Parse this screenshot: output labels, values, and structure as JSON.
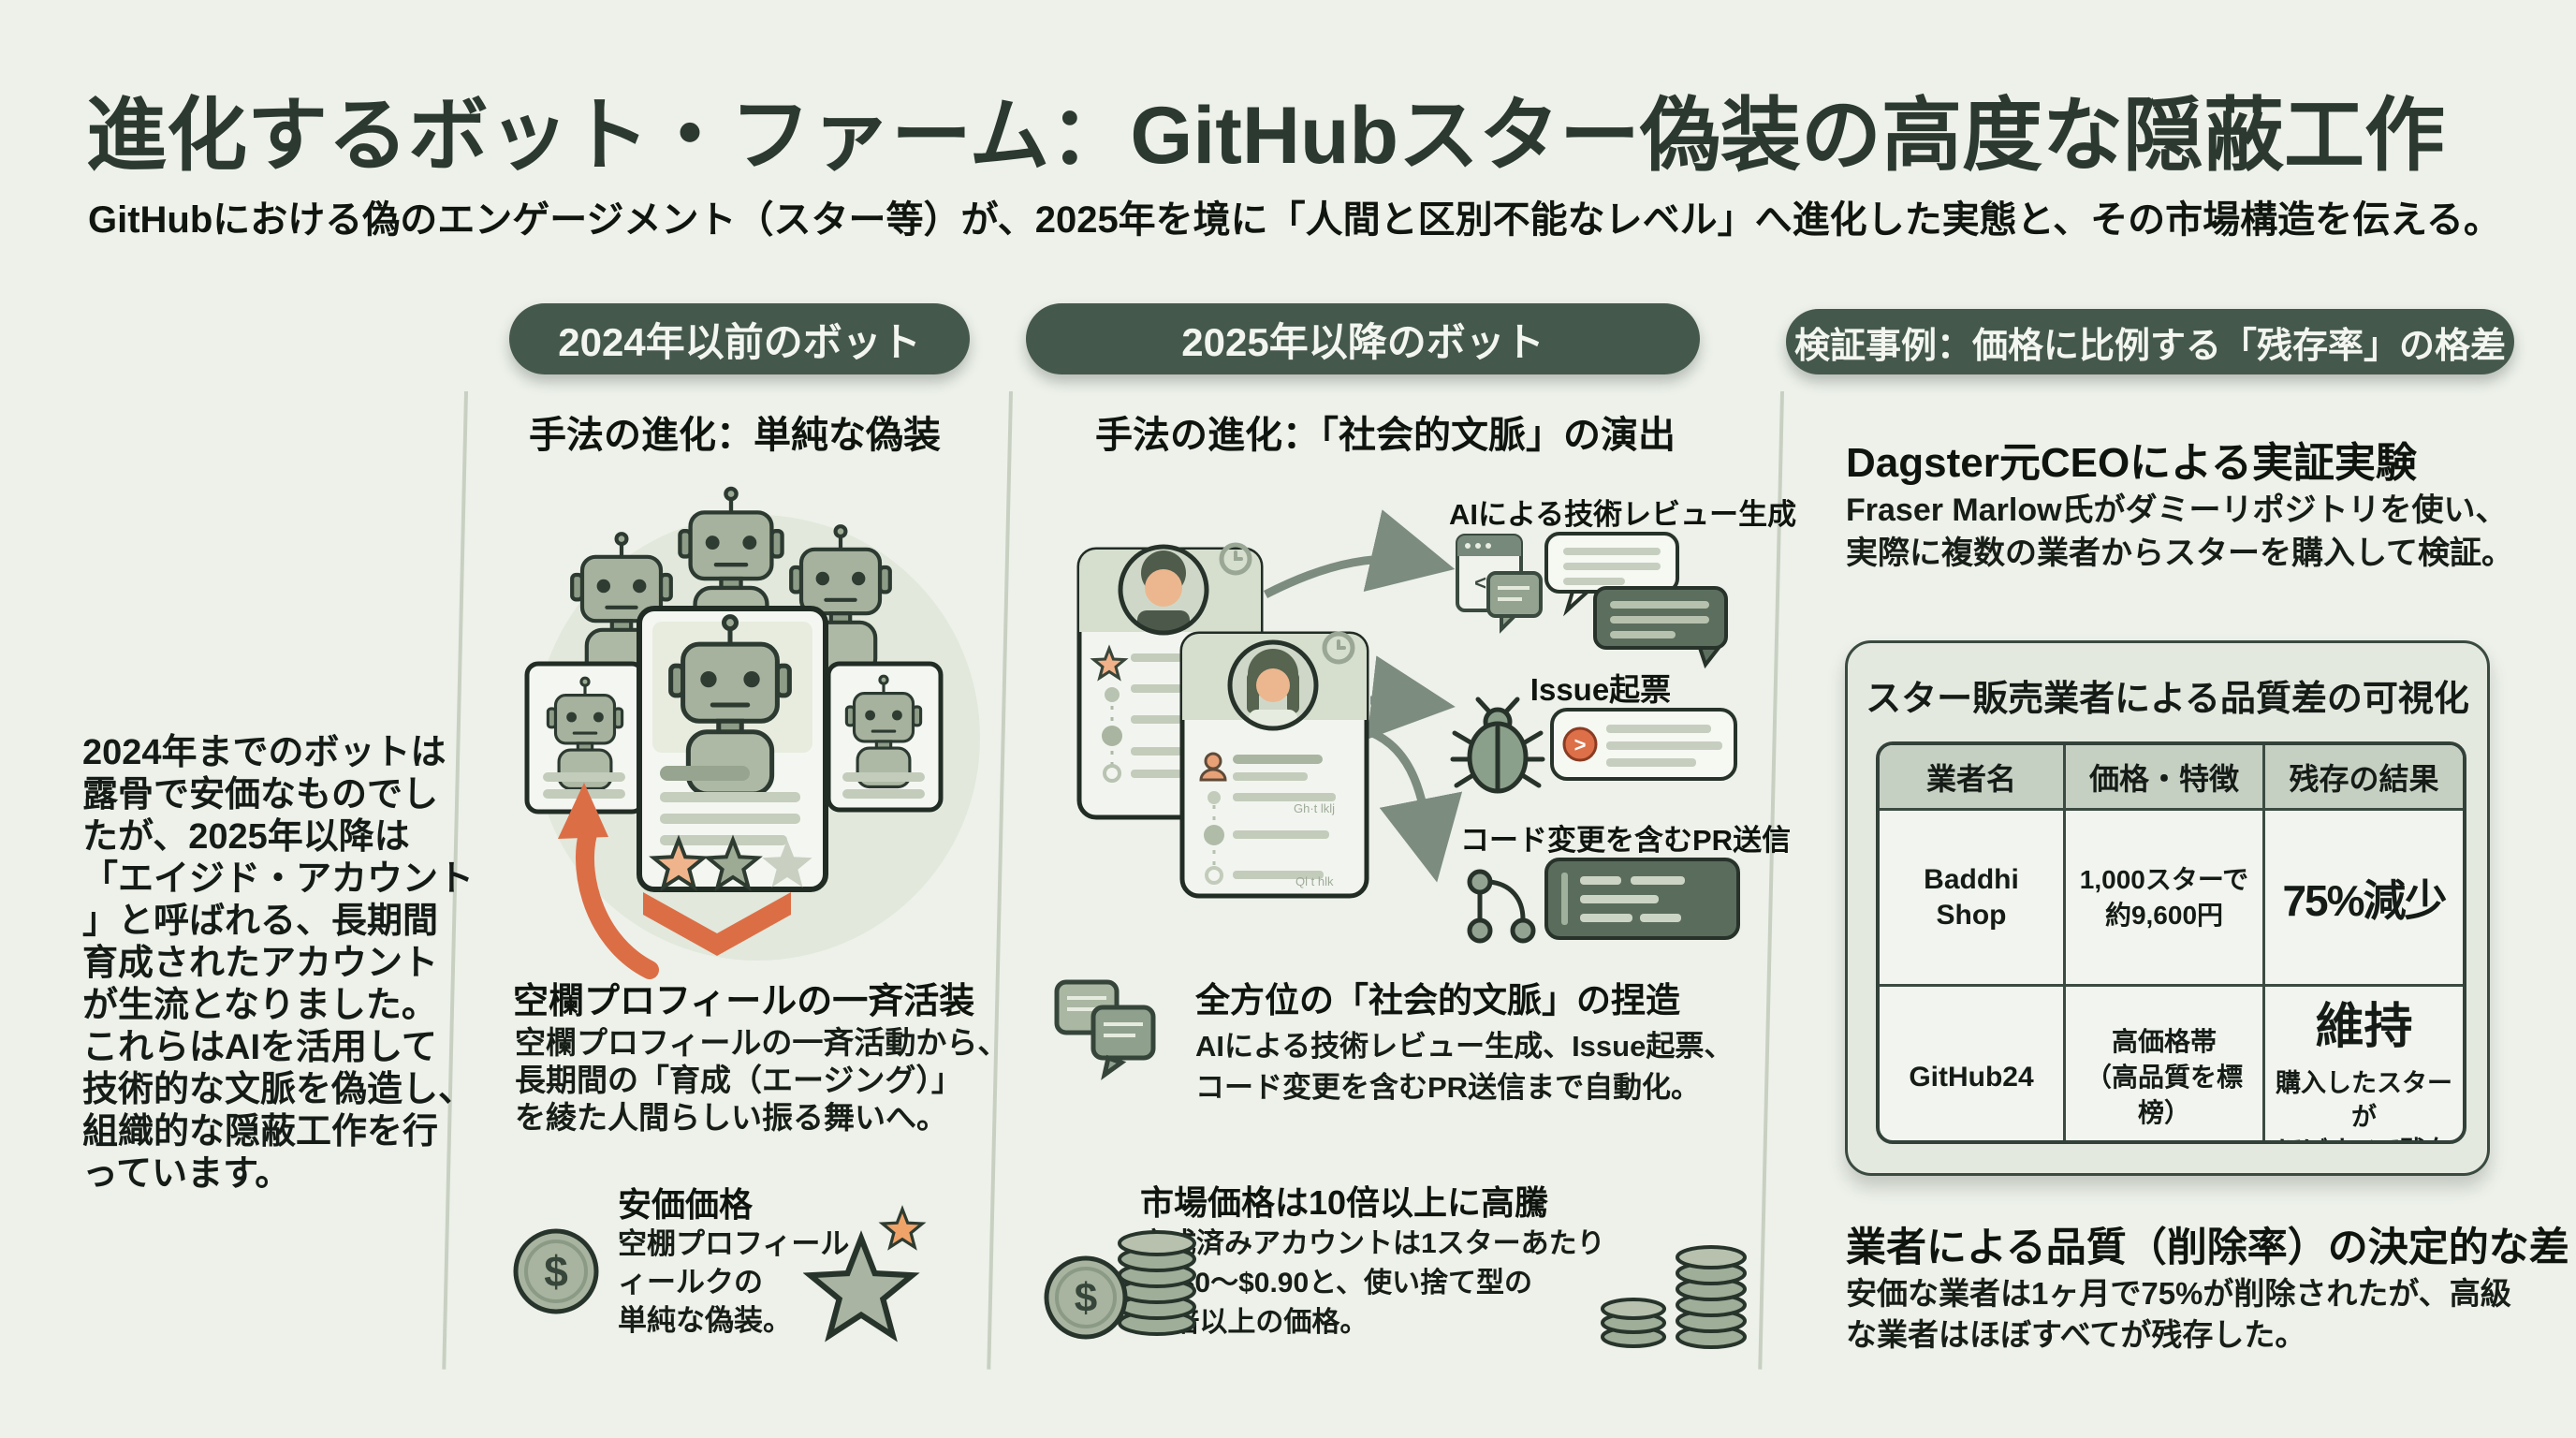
{
  "page": {
    "background": "#edf1ea",
    "accent_orange": "#dc6e46",
    "pill_bg": "#45584c",
    "sage": "#9dab95",
    "ink": "#151b16"
  },
  "header": {
    "title": "進化するボット・ファーム：GitHubスター偽装の高度な隠蔽工作",
    "subtitle": "GitHubにおける偽のエンゲージメント（スター等）が、2025年を境に「人間と区別不能なレベル」へ進化した実態と、その市場構造を伝える。"
  },
  "intro": {
    "text": "2024年までのボットは\n露骨で安価なものでし\nたが、2025年以降は\n「エイジド・アカウント\n」と呼ばれる、長期間\n育成されたアカウント\nが生流となりました。\nこれらはAIを活用して\n技術的な文脈を偽造し、\n組織的な隠蔽工作を行\nっています。"
  },
  "col_before": {
    "pill": "2024年以前のボット",
    "subtitle": "手法の進化：単純な偽装",
    "method_heading": "空欄プロフィールの一斉活装",
    "method_body": "空欄プロフィールの一斉活動から、\n長期間の「育成（エージング）」\nを綾た人間らしい振る舞いへ。",
    "price_heading": "安価価格",
    "price_body": "空棚プロフィール\nィールクの\n単純な偽装。"
  },
  "col_after": {
    "pill": "2025年以降のボット",
    "subtitle": "手法の進化：「社会的文脈」の演出",
    "label_ai_review": "AIによる技術レビュー生成",
    "label_issue": "Issue起票",
    "label_pr": "コード変更を含むPR送信",
    "method_heading": "全方位の「社会的文脈」の捏造",
    "method_body": "AIによる技術レビュー生成、Issue起票、\nコード変更を含むPR送信まで自動化。",
    "price_heading": "市場価格は10倍以上に高騰",
    "price_body": "育成済みアカウントは1スターあたり\n$0.80〜$0.90と、使い捨て型の\n10倍以上の価格。",
    "card_note_1": "Gh·t lklj",
    "card_note_2": "Ql t hlk"
  },
  "col_case": {
    "pill": "検証事例：価格に比例する「残存率」の格差",
    "heading": "Dagster元CEOによる実証実験",
    "body": "Fraser Marlow氏がダミーリポジトリを使い、\n実際に複数の業者からスターを購入して検証。",
    "table": {
      "title": "スター販売業者による品質差の可視化",
      "headers": [
        "業者名",
        "価格・特徴",
        "残存の結果"
      ],
      "rows": [
        {
          "vendor": "Baddhi\nShop",
          "price": "1,000スターで\n約9,600円",
          "result": "75%減少",
          "note": ""
        },
        {
          "vendor": "GitHub24",
          "price": "高価格帯\n（高品質を標榜）",
          "result": "維持",
          "note": "購入したスターが\nほぼすべて残存"
        }
      ]
    },
    "conclusion_heading": "業者による品質（削除率）の決定的な差",
    "conclusion_body": "安価な業者は1ヶ月で75%が削除されたが、高級\nな業者はほぼすべてが残存した。"
  },
  "glyphs": {
    "dollar": "$",
    "code": "</>",
    "issue_mark": ">"
  }
}
